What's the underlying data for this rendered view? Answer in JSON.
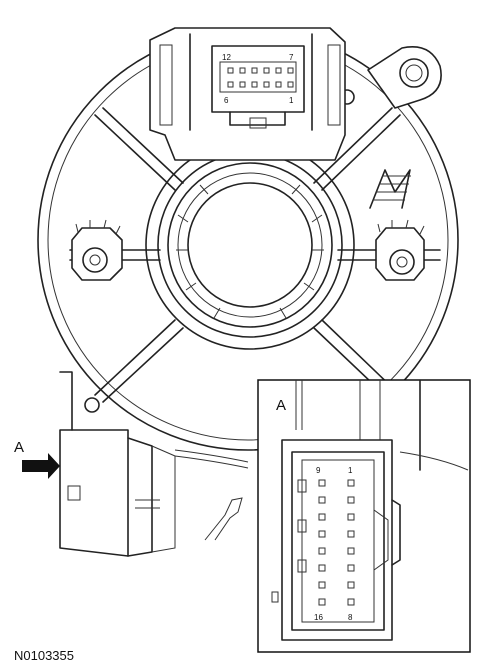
{
  "figure_id": "N0103355",
  "callout_letter": "A",
  "inset_letter": "A",
  "main_connector_pins": {
    "top_left": "12",
    "top_right": "7",
    "bottom_left": "6",
    "bottom_right": "1"
  },
  "inset_connector_pins": {
    "top_left": "9",
    "top_right": "1",
    "bottom_left": "16",
    "bottom_right": "8"
  }
}
